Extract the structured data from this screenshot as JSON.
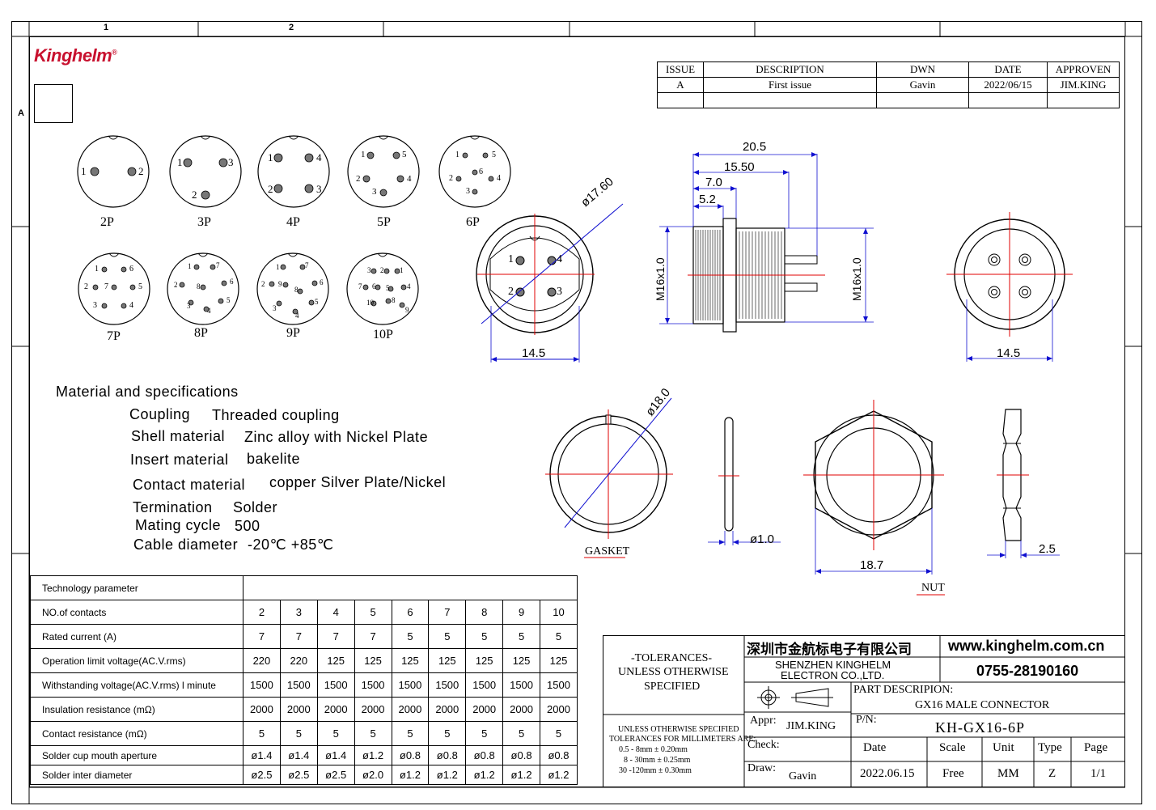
{
  "zones": {
    "col1": "1",
    "col2": "2",
    "rowA": "A"
  },
  "logo": {
    "text": "Kinghelm",
    "mark": "®"
  },
  "revision": {
    "headers": [
      "ISSUE",
      "DESCRIPTION",
      "DWN",
      "DATE",
      "APPROVEN"
    ],
    "rows": [
      [
        "A",
        "First issue",
        "Gavin",
        "2022/06/15",
        "JIM.KING"
      ]
    ]
  },
  "pin_layouts": {
    "labels": [
      "2P",
      "3P",
      "4P",
      "5P",
      "6P",
      "7P",
      "8P",
      "9P",
      "10P"
    ],
    "p2": [
      "1",
      "2"
    ],
    "p3": [
      "1",
      "3",
      "2"
    ],
    "p4": [
      "1",
      "4",
      "2",
      "3"
    ],
    "p5": [
      "1",
      "5",
      "2",
      "4",
      "3"
    ],
    "p6": [
      "1",
      "5",
      "6",
      "2",
      "4",
      "3"
    ],
    "p7": [
      "1",
      "6",
      "2",
      "7",
      "5",
      "3",
      "4"
    ],
    "p8": [
      "1",
      "7",
      "2",
      "8",
      "6",
      "3",
      "5",
      "4"
    ],
    "p9": [
      "1",
      "7",
      "2",
      "9",
      "8",
      "6",
      "3",
      "5",
      "4"
    ],
    "p10": [
      "3",
      "2",
      "1",
      "7",
      "6",
      "5",
      "4",
      "10",
      "8",
      "9"
    ]
  },
  "dimensions": {
    "front_dia": "ø17.60",
    "front_width": "14.5",
    "front_pins": [
      "1",
      "4",
      "2",
      "3"
    ],
    "side_total": "20.5",
    "side_15": "15.50",
    "side_7": "7.0",
    "side_52": "5.2",
    "thread_left": "M16x1.0",
    "thread_right": "M16x1.0",
    "rear_width": "14.5",
    "gasket_dia": "ø18.0",
    "gasket_thk": "ø1.0",
    "gasket_label": "GASKET",
    "nut_width": "18.7",
    "nut_thk": "2.5",
    "nut_label": "NUT"
  },
  "specs": {
    "title": "Material and specifications",
    "items": [
      {
        "label": "Coupling",
        "value": "Threaded coupling"
      },
      {
        "label": "Shell material",
        "value": "Zinc alloy with Nickel  Plate"
      },
      {
        "label": "Insert material",
        "value": "bakelite"
      },
      {
        "label": "Contact material",
        "value": "copper Silver  Plate/Nickel"
      },
      {
        "label": "Termination",
        "value": "Solder"
      },
      {
        "label": "Mating cycle",
        "value": "500"
      },
      {
        "label": "Cable diameter",
        "value": "-20℃  +85℃"
      }
    ]
  },
  "tech_table": {
    "title": "Technology parameter",
    "rows": [
      {
        "label": "NO.of contacts",
        "values": [
          "2",
          "3",
          "4",
          "5",
          "6",
          "7",
          "8",
          "9",
          "10"
        ]
      },
      {
        "label": "Rated current (A)",
        "values": [
          "7",
          "7",
          "7",
          "7",
          "5",
          "5",
          "5",
          "5",
          "5"
        ]
      },
      {
        "label": "Operation limit voltage(AC.V.rms)",
        "values": [
          "220",
          "220",
          "125",
          "125",
          "125",
          "125",
          "125",
          "125",
          "125"
        ]
      },
      {
        "label": "Withstanding voltage(AC.V.rms) l minute",
        "values": [
          "1500",
          "1500",
          "1500",
          "1500",
          "1500",
          "1500",
          "1500",
          "1500",
          "1500"
        ]
      },
      {
        "label": "Insulation resistance (mΩ)",
        "values": [
          "2000",
          "2000",
          "2000",
          "2000",
          "2000",
          "2000",
          "2000",
          "2000",
          "2000"
        ]
      },
      {
        "label": "Contact resistance (mΩ)",
        "values": [
          "5",
          "5",
          "5",
          "5",
          "5",
          "5",
          "5",
          "5",
          "5"
        ]
      },
      {
        "label": "Solder cup mouth aperture",
        "values": [
          "ø1.4",
          "ø1.4",
          "ø1.4",
          "ø1.2",
          "ø0.8",
          "ø0.8",
          "ø0.8",
          "ø0.8",
          "ø0.8"
        ]
      },
      {
        "label": "Solder inter diameter",
        "values": [
          "ø2.5",
          "ø2.5",
          "ø2.5",
          "ø2.0",
          "ø1.2",
          "ø1.2",
          "ø1.2",
          "ø1.2",
          "ø1.2"
        ]
      }
    ]
  },
  "title_block": {
    "tolerances": [
      "-TOLERANCES-",
      "UNLESS OTHERWISE",
      "SPECIFIED"
    ],
    "tol_detail": [
      "UNLESS OTHERWISE SPECIFIED",
      "TOLERANCES FOR MILLIMETERS ARE:",
      "0.5 - 8mm ± 0.20mm",
      "8 - 30mm ± 0.25mm",
      "30 -120mm ± 0.30mm"
    ],
    "company_cn": "深圳市金航标电子有限公司",
    "company_en1": "SHENZHEN KINGHELM",
    "company_en2": "ELECTRON CO.,LTD.",
    "website": "www.kinghelm.com.cn",
    "phone": "0755-28190160",
    "part_desc_label": "PART DESCRIPION:",
    "part_desc": "GX16 MALE CONNECTOR",
    "appr_label": "Appr:",
    "appr": "JIM.KING",
    "pn_label": "P/N:",
    "pn": "KH-GX16-6P",
    "check_label": "Check:",
    "draw_label": "Draw:",
    "draw": "Gavin",
    "date_label": "Date",
    "date": "2022.06.15",
    "scale_label": "Scale",
    "scale": "Free",
    "unit_label": "Unit",
    "unit": "MM",
    "type_label": "Type",
    "type": "Z",
    "page_label": "Page",
    "page": "1/1"
  }
}
